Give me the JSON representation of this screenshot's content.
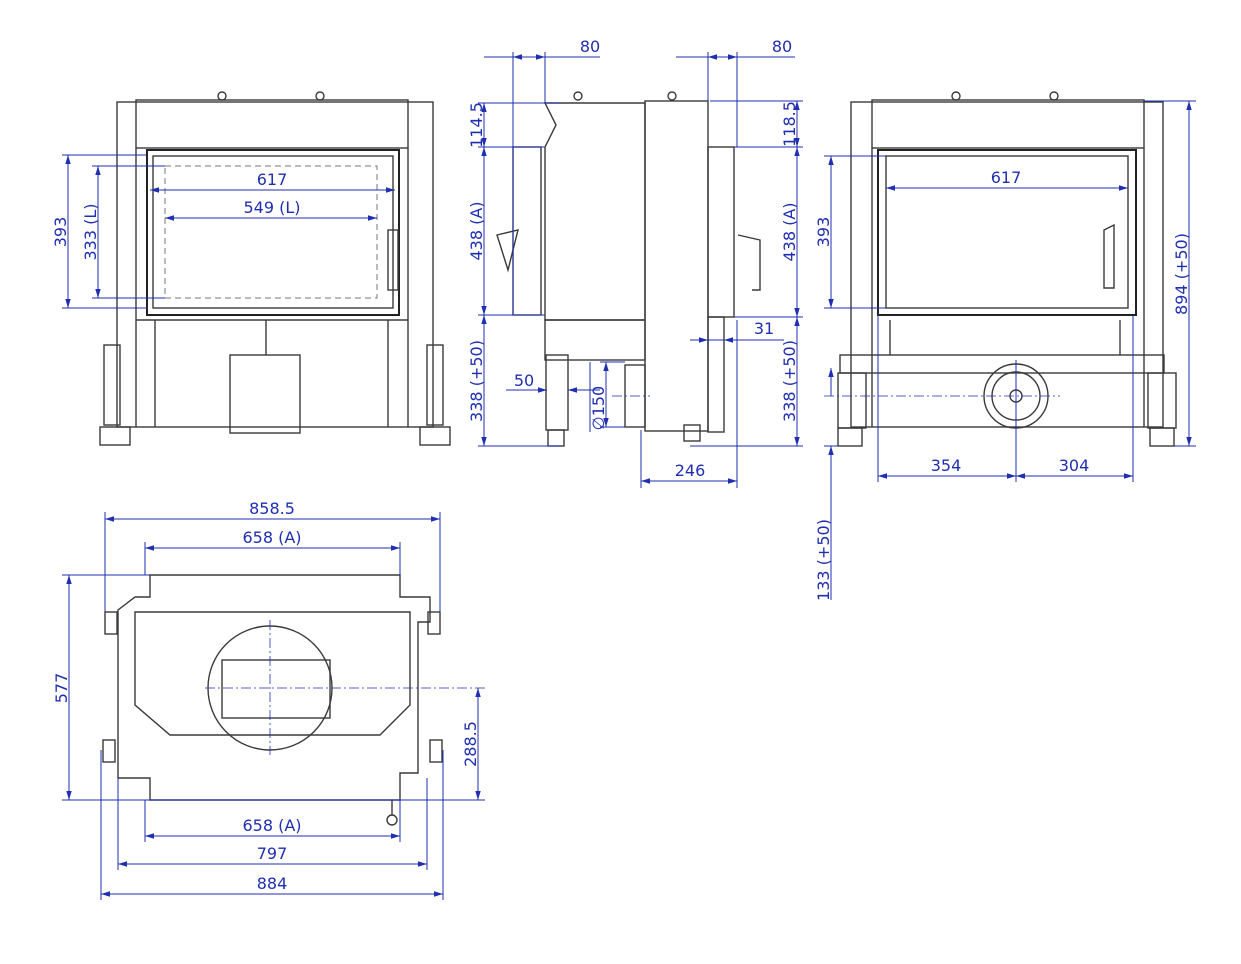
{
  "colors": {
    "dimension": "#1f2fb0",
    "outline": "#3a3a3a",
    "background": "#ffffff"
  },
  "front_view": {
    "dims": {
      "width_outer": "617",
      "width_inner": "549 (L)",
      "height_outer": "393",
      "height_inner": "333 (L)"
    }
  },
  "side_view": {
    "dims": {
      "top_left": "80",
      "top_right": "80",
      "upper_left": "114.5",
      "upper_right": "118.5",
      "mid_left": "438 (A)",
      "mid_right": "438 (A)",
      "low_left": "338 (+50)",
      "low_right": "338 (+50)",
      "offset": "50",
      "flue_diameter": "150",
      "flue_prefix": "∅",
      "inset": "31",
      "depth": "246"
    }
  },
  "rear_view": {
    "dims": {
      "glass_width": "617",
      "glass_height": "393",
      "total_height": "894 (+50)",
      "left": "354",
      "right": "304",
      "flue_height": "133 (+50)"
    }
  },
  "top_view": {
    "dims": {
      "overall_top": "858.5",
      "opening_top": "658 (A)",
      "depth": "577",
      "half_depth": "288.5",
      "opening_bottom": "658 (A)",
      "body_width": "797",
      "overall_bottom": "884"
    }
  }
}
